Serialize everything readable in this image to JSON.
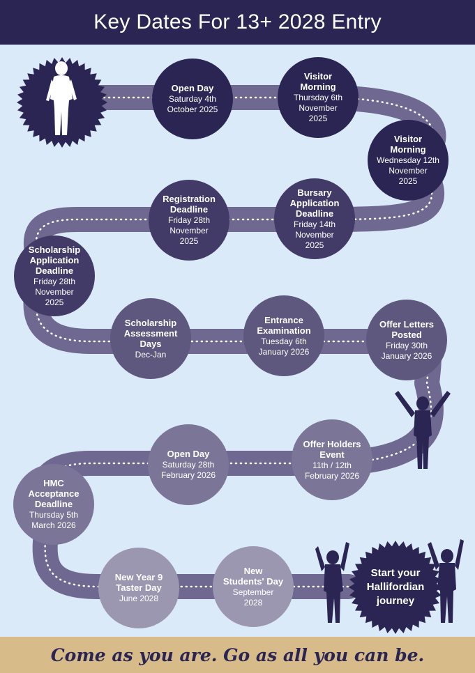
{
  "header": {
    "title": "Key Dates For 13+ 2028 Entry"
  },
  "events": [
    {
      "title": "Open Day",
      "date": "Saturday 4th\nOctober 2025"
    },
    {
      "title": "Visitor\nMorning",
      "date": "Thursday 6th\nNovember\n2025"
    },
    {
      "title": "Visitor\nMorning",
      "date": "Wednesday 12th\nNovember\n2025"
    },
    {
      "title": "Bursary\nApplication\nDeadline",
      "date": "Friday 14th\nNovember\n2025"
    },
    {
      "title": "Registration\nDeadline",
      "date": "Friday 28th\nNovember\n2025"
    },
    {
      "title": "Scholarship\nApplication\nDeadline",
      "date": "Friday 28th\nNovember\n2025"
    },
    {
      "title": "Scholarship\nAssessment\nDays",
      "date": "Dec-Jan"
    },
    {
      "title": "Entrance\nExamination",
      "date": "Tuesday 6th\nJanuary 2026"
    },
    {
      "title": "Offer Letters\nPosted",
      "date": "Friday 30th\nJanuary 2026"
    },
    {
      "title": "Offer Holders\nEvent",
      "date": "11th / 12th\nFebruary 2026"
    },
    {
      "title": "Open Day",
      "date": "Saturday 28th\nFebruary 2026"
    },
    {
      "title": "HMC\nAcceptance\nDeadline",
      "date": "Thursday 5th\nMarch 2026"
    },
    {
      "title": "New Year 9\nTaster Day",
      "date": "June 2028"
    },
    {
      "title": "New\nStudents' Day",
      "date": "September\n2028"
    }
  ],
  "final": {
    "text": "Start your\nHallifordian\njourney"
  },
  "footer": {
    "tagline": "Come as you are. Go as all you can be."
  },
  "colors": {
    "navy": "#2a2553",
    "road": "#6f6890",
    "background": "#dbeaf8",
    "footer": "#d7bc8a"
  }
}
